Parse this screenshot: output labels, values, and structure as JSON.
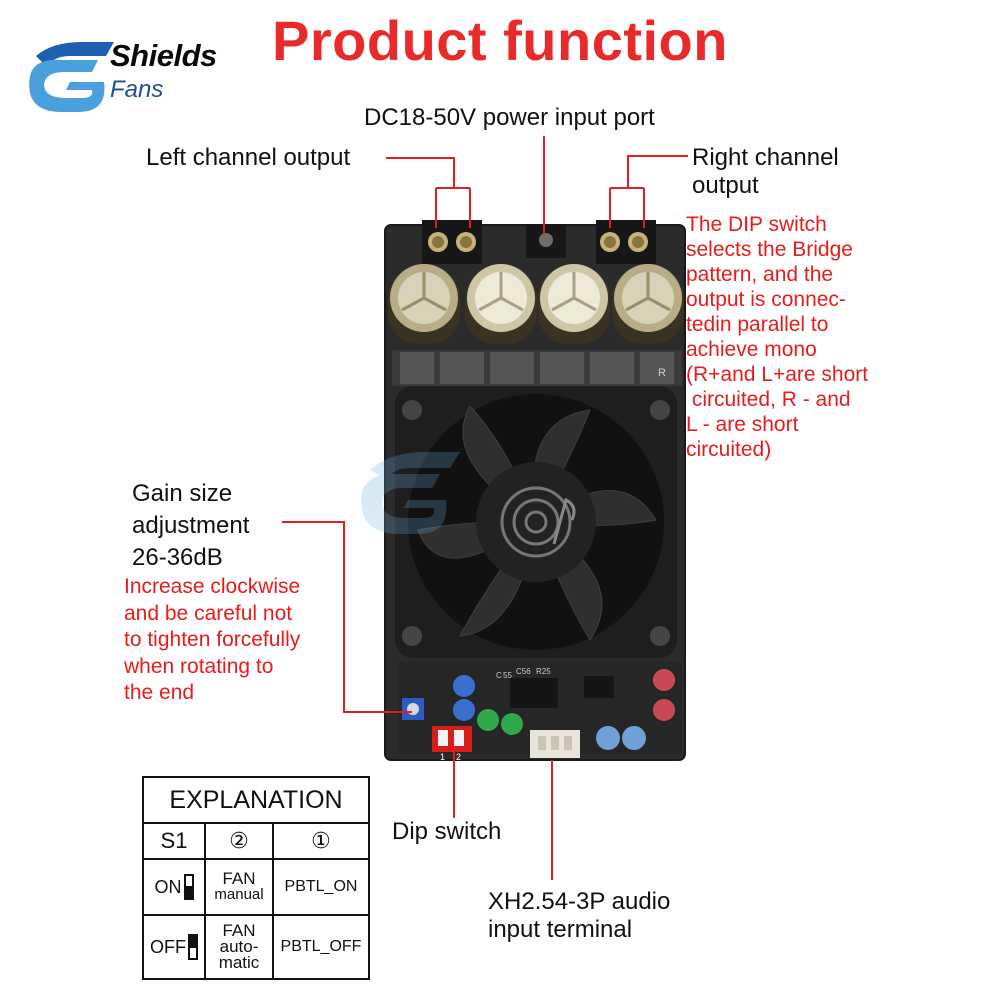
{
  "logo": {
    "line1": "Shields",
    "line2": "Fans",
    "accent_color": "#1f5fb0"
  },
  "title": "Product function",
  "labels": {
    "power": "DC18-50V power input port",
    "left": "Left channel output",
    "right": [
      "Right channel",
      "output"
    ],
    "gain": [
      "Gain size",
      "adjustment",
      "26-36dB"
    ],
    "dip": "Dip switch",
    "audio": [
      "XH2.54-3P audio",
      "input terminal"
    ]
  },
  "notes": {
    "bridge": [
      "The DIP switch",
      "selects the Bridge",
      "pattern, and the",
      "output is connec-",
      "tedin parallel to",
      "achieve mono",
      "(R+and L+are short",
      " circuited, R - and",
      "L - are short",
      "circuited)"
    ],
    "gain_warning": [
      "Increase clockwise",
      "and be careful not",
      "to tighten forcefully",
      "when rotating to",
      "the end"
    ]
  },
  "board_markings": [
    "R",
    "R",
    "C",
    "55",
    "C56",
    "R25",
    "1",
    "2"
  ],
  "table": {
    "heading": "EXPLANATION",
    "columns": [
      "S1",
      "②",
      "①"
    ],
    "rows": [
      {
        "state": "ON",
        "fan": [
          "FAN",
          "manual"
        ],
        "pbtl": "PBTL_ON"
      },
      {
        "state": "OFF",
        "fan": [
          "FAN",
          "auto-",
          "matic"
        ],
        "pbtl": "PBTL_OFF"
      }
    ]
  },
  "colors": {
    "title": "#e82a2a",
    "note": "#e81c1c",
    "leader_line": "#e02020",
    "board": "#2a2a2a",
    "text": "#111111"
  }
}
